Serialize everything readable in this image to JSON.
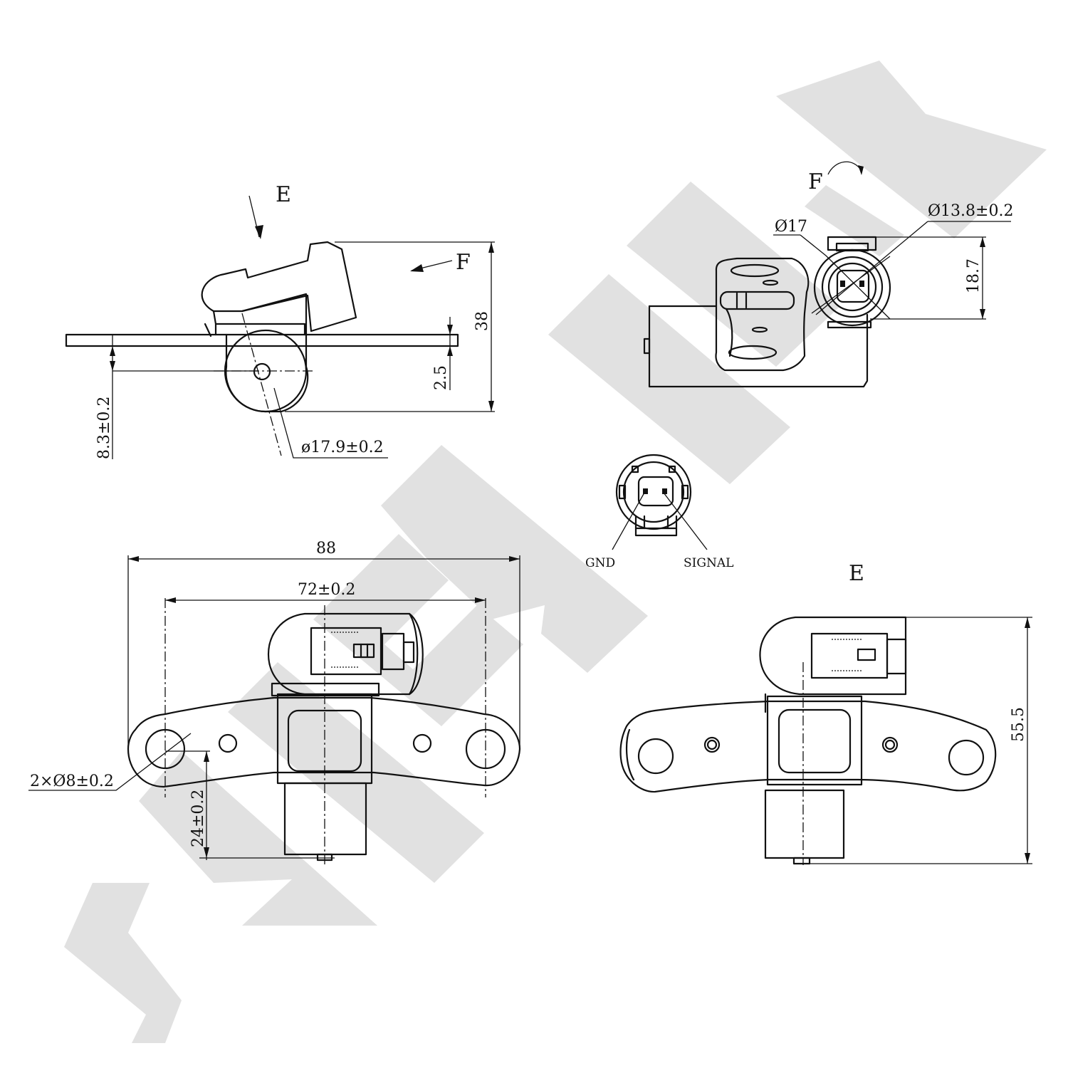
{
  "watermark": "ZENNEK",
  "views": {
    "side": {
      "view_e": "E",
      "view_f": "F",
      "dim_height": "38",
      "dim_flange": "2.5",
      "dim_offset": "8.3±0.2",
      "dim_dia": "ø17.9±0.2"
    },
    "top_right": {
      "view_f": "F",
      "dim_d17": "Ø17",
      "dim_d13": "Ø13.8±0.2",
      "dim_h": "18.7"
    },
    "connector": {
      "pin_gnd": "GND",
      "pin_signal": "SIGNAL"
    },
    "front": {
      "dim_total": "88",
      "dim_holes": "72±0.2",
      "dim_hole_dia": "2×Ø8±0.2",
      "dim_depth": "24±0.2"
    },
    "view_e": {
      "label": "E",
      "dim_h": "55.5"
    }
  }
}
